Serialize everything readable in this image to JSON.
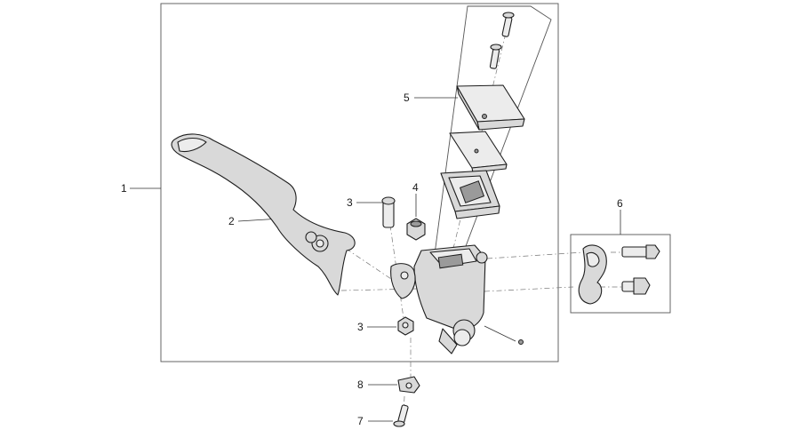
{
  "diagram": {
    "callouts": [
      {
        "id": "c1",
        "label": "1",
        "part": "assembly-frame"
      },
      {
        "id": "c2",
        "label": "2",
        "part": "clutch-lever"
      },
      {
        "id": "c3a",
        "label": "3",
        "part": "pivot-bolt"
      },
      {
        "id": "c4",
        "label": "4",
        "part": "adjuster-nut"
      },
      {
        "id": "c5",
        "label": "5",
        "part": "reservoir-kit"
      },
      {
        "id": "c6",
        "label": "6",
        "part": "clamp-kit"
      },
      {
        "id": "c3b",
        "label": "3",
        "part": "pivot-nut"
      },
      {
        "id": "c8",
        "label": "8",
        "part": "switch-bracket"
      },
      {
        "id": "c7",
        "label": "7",
        "part": "bracket-screw"
      }
    ],
    "colors": {
      "part_fill": "#d9d9d9",
      "part_stroke": "#1e1e1e",
      "frame_stroke": "#555555",
      "text": "#1a1a1a"
    }
  }
}
